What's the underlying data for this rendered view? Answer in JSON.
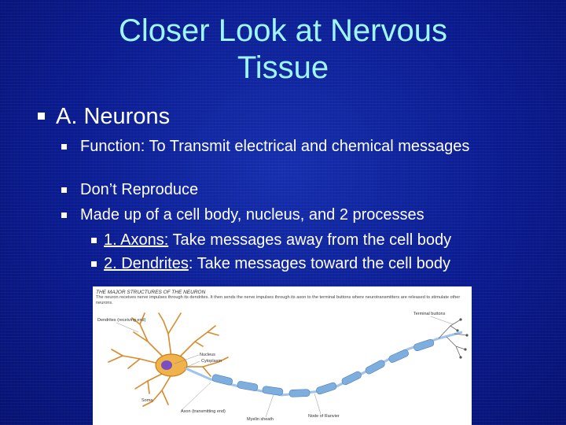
{
  "slide": {
    "title_line1": "Closer Look at Nervous",
    "title_line2": "Tissue",
    "heading": "A.  Neurons",
    "bullets": [
      "Function: To Transmit electrical and chemical messages",
      "Don’t Reproduce",
      "Made up of  a cell body, nucleus, and 2 processes"
    ],
    "sub_bullets": [
      {
        "term": "1. Axons:",
        "rest": " Take messages away from the cell body"
      },
      {
        "term": "2. Dendrites",
        "rest": ":  Take messages toward the cell body"
      }
    ]
  },
  "colors": {
    "background": "#0b1c92",
    "title": "#9ff5f2",
    "text": "#ffffff"
  },
  "figure": {
    "type": "neuron-diagram",
    "header": "THE MAJOR STRUCTURES OF THE NEURON",
    "caption": "The neuron receives nerve impulses through its dendrites. It then sends the nerve impulses through its axon to the terminal buttons where neurotransmitters are released to stimulate other neurons.",
    "labels": {
      "dendrites": "Dendrites (receiving end)",
      "nucleus": "Nucleus",
      "cytoplasm": "Cytoplasm",
      "soma": "Soma",
      "axon": "Axon (transmitting end)",
      "myelin": "Myelin sheath",
      "node": "Node of Ranvier",
      "terminal": "Terminal buttons"
    }
  }
}
